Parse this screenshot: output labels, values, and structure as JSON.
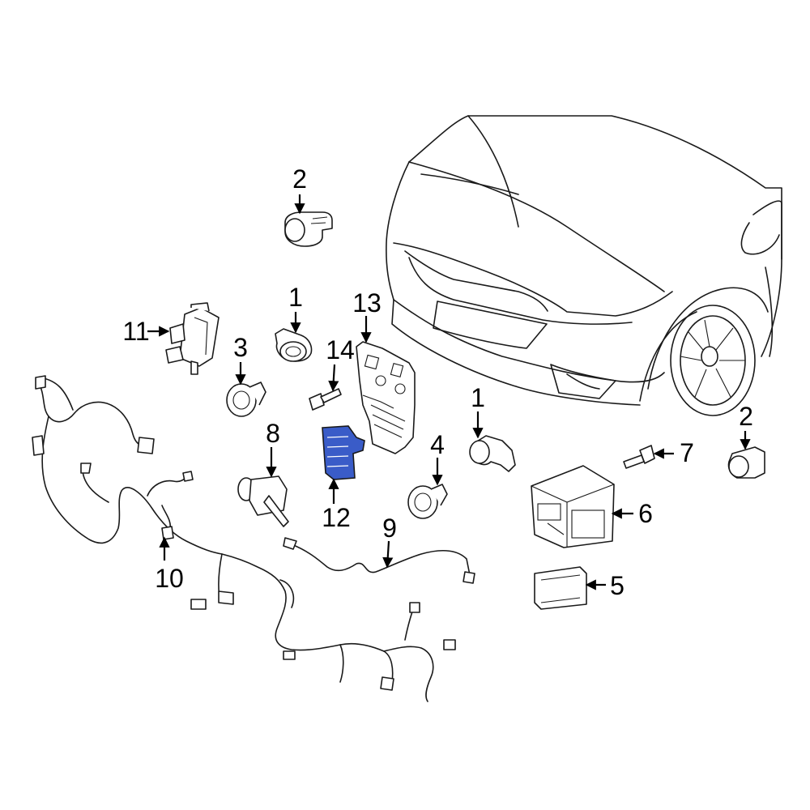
{
  "colors": {
    "highlight": "#3a5cc8",
    "line": "#1a1a1a",
    "background": "#ffffff"
  },
  "callouts": {
    "c1a": "1",
    "c1b": "1",
    "c2a": "2",
    "c2b": "2",
    "c3": "3",
    "c4": "4",
    "c5": "5",
    "c6": "6",
    "c7": "7",
    "c8": "8",
    "c9": "9",
    "c10": "10",
    "c11": "11",
    "c12": "12",
    "c13": "13",
    "c14": "14"
  }
}
